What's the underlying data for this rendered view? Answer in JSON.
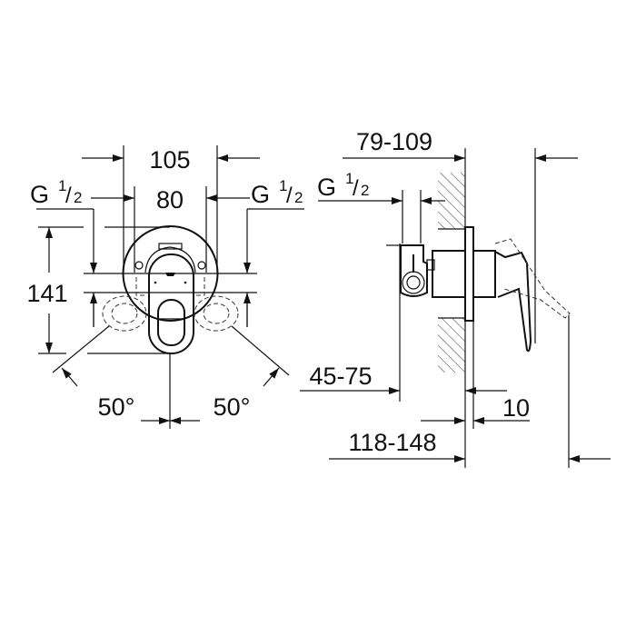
{
  "front_view": {
    "dim_width_outer": "105",
    "dim_width_inner": "80",
    "thread_left": {
      "main": "G",
      "numerator": "1",
      "slash": "/",
      "denominator": "2"
    },
    "thread_right": {
      "main": "G",
      "numerator": "1",
      "slash": "/",
      "denominator": "2"
    },
    "dim_height": "141",
    "angle_left": "50°",
    "angle_right": "50°"
  },
  "side_view": {
    "dim_depth_top": "79-109",
    "thread": {
      "main": "G",
      "numerator": "1",
      "slash": "/",
      "denominator": "2"
    },
    "dim_recess": "45-75",
    "dim_plate": "10",
    "dim_depth_bottom": "118-148"
  }
}
